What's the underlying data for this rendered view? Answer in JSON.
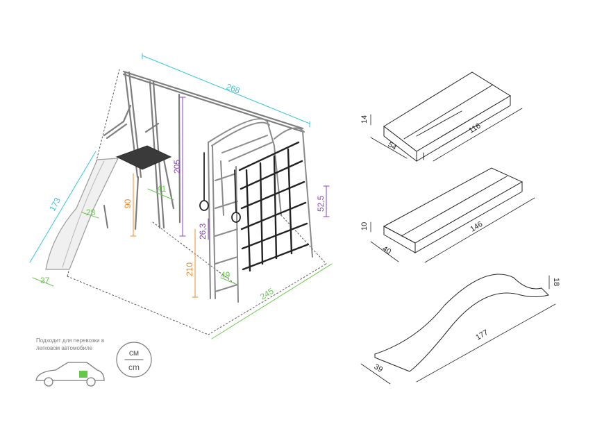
{
  "colors": {
    "cyan": "#35c7d6",
    "purple": "#8b3fc8",
    "orange": "#ef8a2a",
    "green": "#66c84a",
    "dark": "#2c2c2c",
    "gray": "#8a8a8a"
  },
  "dims": {
    "total_length": "268",
    "slide_length": "173",
    "slide_width": "37",
    "slide_inner": "28",
    "platform_height": "90",
    "platform_width": "41",
    "frame_height": "205",
    "net_height": "210",
    "net_bottom_width": "49",
    "ring_height": "26,3",
    "net_panel_height": "52,5",
    "base_length": "245"
  },
  "packages": {
    "box1": {
      "height": "14",
      "width": "54",
      "length": "116"
    },
    "box2": {
      "height": "10",
      "width": "40",
      "length": "146"
    },
    "slide": {
      "height": "18",
      "width": "39",
      "length": "177"
    }
  },
  "note": "Подходит для перевозки в легковом автомобиле",
  "units": {
    "top": "см",
    "bottom": "cm"
  },
  "icons": {
    "car": "car-icon",
    "units": "units-cm-icon"
  }
}
